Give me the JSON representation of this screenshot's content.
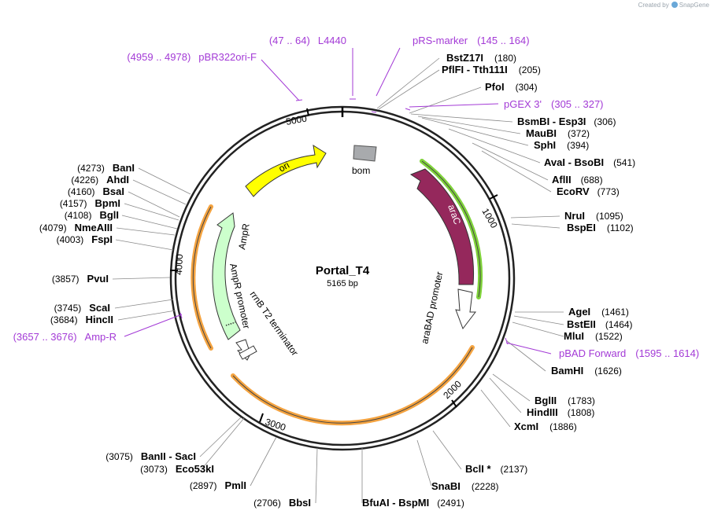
{
  "plasmid": {
    "name": "Portal_T4",
    "size_label": "5165 bp",
    "length": 5165
  },
  "watermark": {
    "text": "Created by",
    "brand": "SnapGene"
  },
  "ticks": [
    {
      "pos": 1000,
      "label": "1000"
    },
    {
      "pos": 2000,
      "label": "2000"
    },
    {
      "pos": 3000,
      "label": "3000"
    },
    {
      "pos": 4000,
      "label": "4000"
    },
    {
      "pos": 5000,
      "label": "5000"
    }
  ],
  "features": [
    {
      "id": "ori",
      "label": "ori",
      "color": "#ffff00",
      "stroke": "#333333",
      "text_color": "#000000"
    },
    {
      "id": "bom",
      "label": "bom",
      "color": "#a8aaad",
      "stroke": "#555555"
    },
    {
      "id": "araC",
      "label": "araC",
      "color": "#95285c",
      "stroke": "#333333",
      "text_color": "#ffffff"
    },
    {
      "id": "araBAD",
      "label": "araBAD promoter",
      "color": "#ffffff",
      "stroke": "#333333"
    },
    {
      "id": "AmpR",
      "label": "AmpR",
      "color": "#ccffcc",
      "stroke": "#333333"
    },
    {
      "id": "AmpRprom",
      "label": "AmpR promoter",
      "color": "#ffffff",
      "stroke": "#333333"
    },
    {
      "id": "rrnB",
      "label": "rrnB T2 terminator",
      "color": "#ffffff",
      "stroke": "#333333"
    }
  ],
  "highlight_colors": {
    "green": "#7fd23a",
    "orange": "#f4a340"
  },
  "sites": [
    {
      "name": "BstZ17I",
      "pos": "(180)"
    },
    {
      "name": "PflFI  - Tth111I",
      "pos": "(205)"
    },
    {
      "name": "PfoI",
      "pos": "(304)"
    },
    {
      "name": "BsmBI  - Esp3I",
      "pos": "(306)"
    },
    {
      "name": "MauBI",
      "pos": "(372)"
    },
    {
      "name": "SphI",
      "pos": "(394)"
    },
    {
      "name": "AvaI  - BsoBI",
      "pos": "(541)"
    },
    {
      "name": "AflII",
      "pos": "(688)"
    },
    {
      "name": "EcoRV",
      "pos": "(773)"
    },
    {
      "name": "NruI",
      "pos": "(1095)"
    },
    {
      "name": "BspEI",
      "pos": "(1102)"
    },
    {
      "name": "AgeI",
      "pos": "(1461)"
    },
    {
      "name": "BstEII",
      "pos": "(1464)"
    },
    {
      "name": "MluI",
      "pos": "(1522)"
    },
    {
      "name": "BamHI",
      "pos": "(1626)"
    },
    {
      "name": "BglII",
      "pos": "(1783)"
    },
    {
      "name": "HindIII",
      "pos": "(1808)"
    },
    {
      "name": "XcmI",
      "pos": "(1886)"
    },
    {
      "name": "BclI *",
      "pos": "(2137)"
    },
    {
      "name": "SnaBI",
      "pos": "(2228)"
    },
    {
      "name": "BfuAI  - BspMI",
      "pos": "(2491)"
    },
    {
      "name": "BbsI",
      "pos": "(2706)"
    },
    {
      "name": "PmlI",
      "pos": "(2897)"
    },
    {
      "name": "Eco53kI",
      "pos": "(3073)"
    },
    {
      "name": "BanII  - SacI",
      "pos": "(3075)"
    },
    {
      "name": "HincII",
      "pos": "(3684)"
    },
    {
      "name": "ScaI",
      "pos": "(3745)"
    },
    {
      "name": "PvuI",
      "pos": "(3857)"
    },
    {
      "name": "FspI",
      "pos": "(4003)"
    },
    {
      "name": "NmeAIII",
      "pos": "(4079)"
    },
    {
      "name": "BglI",
      "pos": "(4108)"
    },
    {
      "name": "BpmI",
      "pos": "(4157)"
    },
    {
      "name": "BsaI",
      "pos": "(4160)"
    },
    {
      "name": "AhdI",
      "pos": "(4226)"
    },
    {
      "name": "BanI",
      "pos": "(4273)"
    }
  ],
  "primers": [
    {
      "name": "L4440",
      "range": "(47 .. 64)"
    },
    {
      "name": "pRS-marker",
      "range": "(145 .. 164)"
    },
    {
      "name": "pGEX 3'",
      "range": "(305 .. 327)"
    },
    {
      "name": "pBAD Forward",
      "range": "(1595 .. 1614)"
    },
    {
      "name": "Amp-R",
      "range": "(3657 .. 3676)"
    },
    {
      "name": "pBR322ori-F",
      "range": "(4959 .. 4978)"
    }
  ]
}
